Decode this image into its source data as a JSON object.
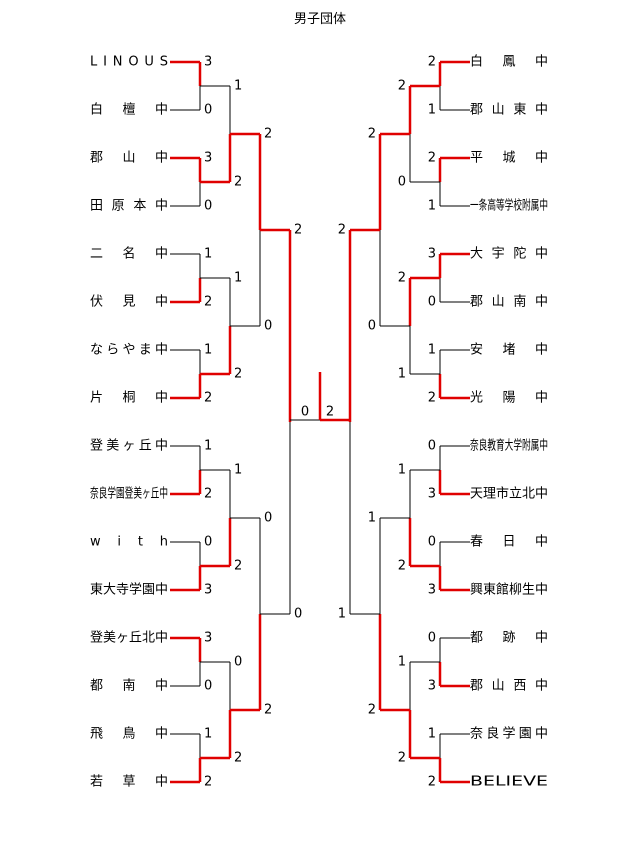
{
  "title": "男子団体",
  "left_teams": [
    "LINOUS",
    "白 檀 中",
    "郡 山 中",
    "田原本中",
    "二 名 中",
    "伏 見 中",
    "ならやま中",
    "片 桐 中",
    "登美ヶ丘中",
    "奈良学園登美ヶ丘中",
    "w i t h",
    "東大寺学園中",
    "登美ヶ丘北中",
    "都 南 中",
    "飛 鳥 中",
    "若 草 中"
  ],
  "right_teams": [
    "白 鳳 中",
    "郡山東中",
    "平 城 中",
    "一条高等学校附属中",
    "大宇陀中",
    "郡山南中",
    "安 堵 中",
    "光 陽 中",
    "奈良教育大学附属中",
    "天理市立北中",
    "春 日 中",
    "興東館柳生中",
    "都 跡 中",
    "郡山西中",
    "奈良学園中",
    "BELIEVE"
  ],
  "left_r1_scores": [
    "3",
    "0",
    "3",
    "0",
    "1",
    "2",
    "1",
    "2",
    "1",
    "2",
    "0",
    "3",
    "3",
    "0",
    "1",
    "2"
  ],
  "right_r1_scores": [
    "2",
    "1",
    "2",
    "1",
    "3",
    "0",
    "1",
    "2",
    "0",
    "3",
    "0",
    "3",
    "0",
    "3",
    "1",
    "2"
  ],
  "left_r2_scores": [
    "1",
    "2",
    "1",
    "2",
    "1",
    "2",
    "0",
    "2"
  ],
  "right_r2_scores": [
    "2",
    "0",
    "2",
    "1",
    "1",
    "2",
    "1",
    "2"
  ],
  "left_r3_scores": [
    "2",
    "0",
    "0",
    "2"
  ],
  "right_r3_scores": [
    "2",
    "0",
    "1",
    "2"
  ],
  "left_r4_scores": [
    "2",
    "0"
  ],
  "right_r4_scores": [
    "2",
    "1"
  ],
  "final_scores": [
    "0",
    "2"
  ]
}
